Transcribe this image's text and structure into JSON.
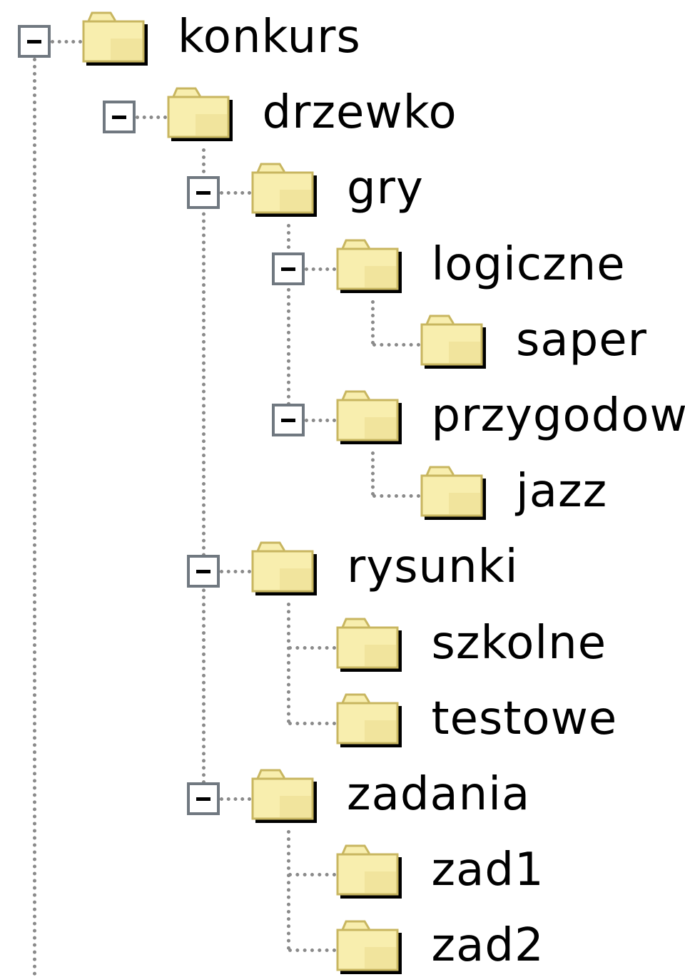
{
  "folder_icon": "folder-icon",
  "toggle_icon": "collapse-minus-icon",
  "colors": {
    "folder_fill": "#f8eeae",
    "folder_edge": "#c8b660",
    "folder_shadow": "#000000",
    "connector": "#8a8a8a",
    "toggle_border": "#707880"
  },
  "tree": [
    {
      "label": "konkurs",
      "depth": 0,
      "expanded": true
    },
    {
      "label": "drzewko",
      "depth": 1,
      "expanded": true
    },
    {
      "label": "gry",
      "depth": 2,
      "expanded": true
    },
    {
      "label": "logiczne",
      "depth": 3,
      "expanded": true
    },
    {
      "label": "saper",
      "depth": 4,
      "expanded": null
    },
    {
      "label": "przygodowe",
      "depth": 3,
      "expanded": true
    },
    {
      "label": "jazz",
      "depth": 4,
      "expanded": null
    },
    {
      "label": "rysunki",
      "depth": 2,
      "expanded": true
    },
    {
      "label": "szkolne",
      "depth": 3,
      "expanded": null
    },
    {
      "label": "testowe",
      "depth": 3,
      "expanded": null
    },
    {
      "label": "zadania",
      "depth": 2,
      "expanded": true
    },
    {
      "label": "zad1",
      "depth": 3,
      "expanded": null
    },
    {
      "label": "zad2",
      "depth": 3,
      "expanded": null
    }
  ]
}
